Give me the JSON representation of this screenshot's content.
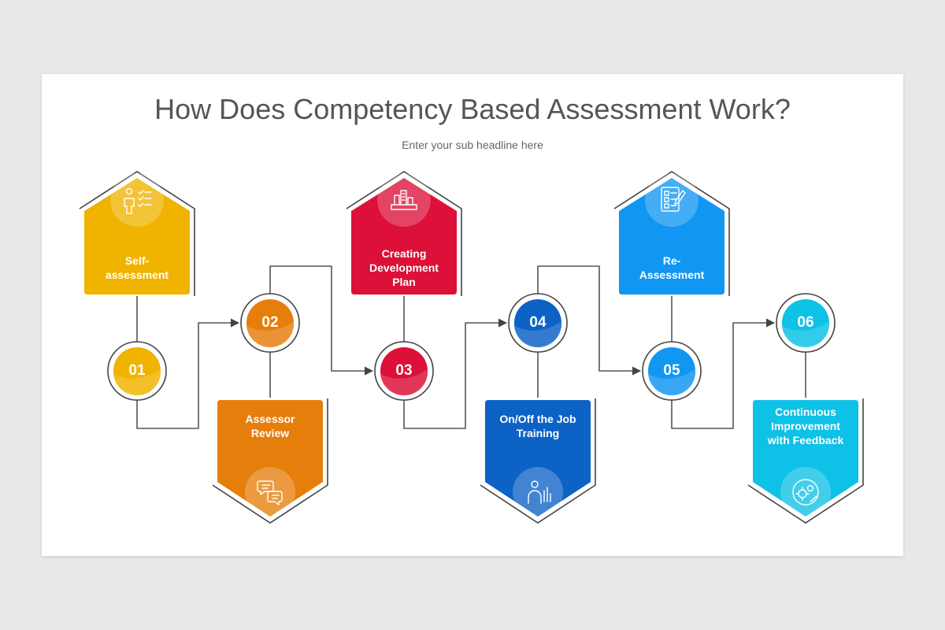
{
  "title": "How Does Competency Based Assessment Work?",
  "subtitle": "Enter your sub headline here",
  "steps": [
    {
      "number": "01",
      "label": "Self-\nassessment",
      "color": "#f0b300",
      "circle_color": "#f0b300",
      "icon": "person-checklist-icon"
    },
    {
      "number": "02",
      "label": "Assessor\nReview",
      "color": "#e67e0c",
      "circle_color": "#e67e0c",
      "icon": "chat-bubbles-icon"
    },
    {
      "number": "03",
      "label": "Creating\nDevelopment\nPlan",
      "color": "#dc1038",
      "circle_color": "#dc1038",
      "icon": "city-plan-icon"
    },
    {
      "number": "04",
      "label": "On/Off the Job\nTraining",
      "color": "#0d62c6",
      "circle_color": "#0d62c6",
      "icon": "training-icon"
    },
    {
      "number": "05",
      "label": "Re-\nAssessment",
      "color": "#1196f2",
      "circle_color": "#1196f2",
      "icon": "clipboard-checklist-icon"
    },
    {
      "number": "06",
      "label": "Continuous\nImprovement\nwith Feedback",
      "color": "#0ec1e6",
      "circle_color": "#0ec1e6",
      "icon": "gear-cycle-icon"
    }
  ]
}
